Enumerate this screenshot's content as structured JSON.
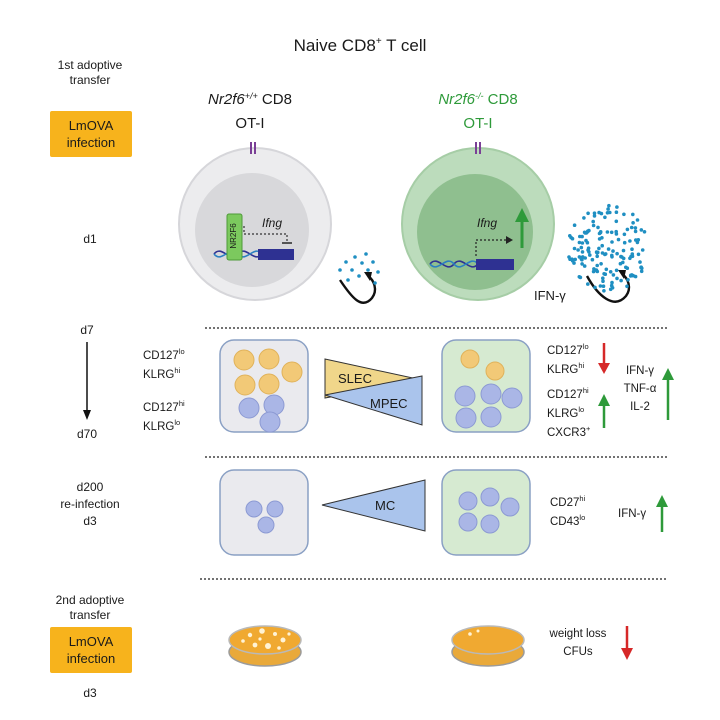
{
  "title": {
    "main": "Naive CD8",
    "sup": "+",
    "tail": " T cell"
  },
  "left_column": {
    "first_transfer": [
      "1st adoptive",
      "transfer"
    ],
    "infection_box_1": [
      "LmOVA",
      "infection"
    ],
    "d1": "d1",
    "d7": "d7",
    "d70": "d70",
    "d200": "d200",
    "reinfection": "re-infection",
    "d3_a": "d3",
    "second_transfer": [
      "2nd adoptive",
      "transfer"
    ],
    "infection_box_2": [
      "LmOVA",
      "infection"
    ],
    "d3_b": "d3"
  },
  "wt": {
    "genotype": "Nr2f6",
    "genotype_sup": "+/+",
    "suffix": " CD8",
    "line2": "OT-I",
    "gene_box": "NR2F6",
    "gene": "Ifng"
  },
  "ko": {
    "genotype": "Nr2f6",
    "genotype_sup": "-/-",
    "suffix": " CD8",
    "line2": "OT-I",
    "gene": "Ifng",
    "cytokine": "IFN-γ"
  },
  "phase2": {
    "left_labels": [
      {
        "base": "CD127",
        "sup": "lo"
      },
      {
        "base": "KLRG",
        "sup": "hi"
      },
      {
        "base": "CD127",
        "sup": "hi"
      },
      {
        "base": "KLRG",
        "sup": "lo"
      }
    ],
    "slec": "SLEC",
    "mpec": "MPEC",
    "right_labels_top": [
      {
        "base": "CD127",
        "sup": "lo"
      },
      {
        "base": "KLRG",
        "sup": "hi"
      }
    ],
    "right_labels_bottom": [
      {
        "base": "CD127",
        "sup": "hi"
      },
      {
        "base": "KLRG",
        "sup": "lo"
      },
      {
        "base": "CXCR3",
        "sup": "+"
      }
    ],
    "cytokines": [
      "IFN-γ",
      "TNF-α",
      "IL-2"
    ]
  },
  "phase3": {
    "mc": "MC",
    "labels": [
      {
        "base": "CD27",
        "sup": "hi"
      },
      {
        "base": "CD43",
        "sup": "lo"
      }
    ],
    "cytokine": "IFN-γ"
  },
  "phase4": {
    "labels": [
      "weight loss",
      "CFUs"
    ]
  },
  "colors": {
    "orange": "#f7b31c",
    "green": "#2e9a3a",
    "red": "#d62828",
    "navy": "#2e3192",
    "dots": "#1f8fc2"
  }
}
